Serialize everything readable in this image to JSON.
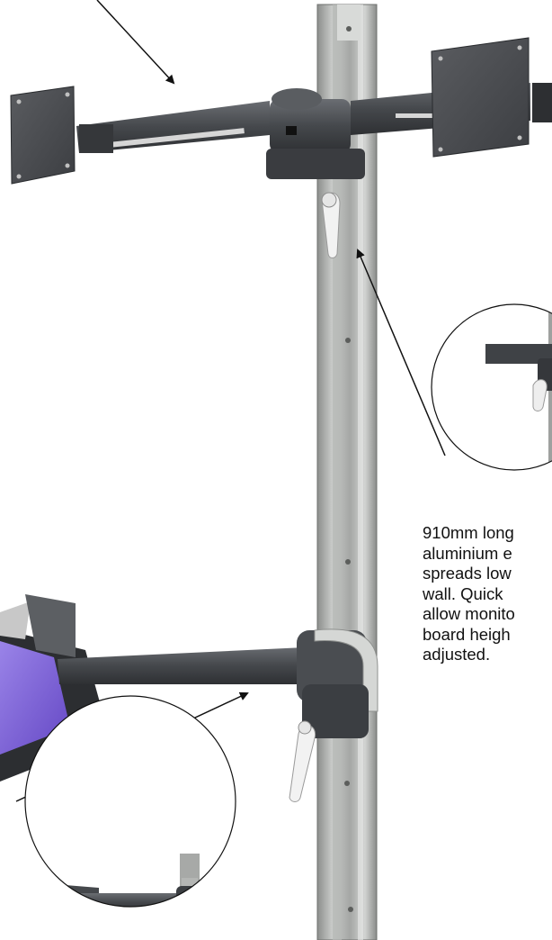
{
  "figure": {
    "caption_lines": [
      "910mm long",
      "aluminium e",
      "spreads low",
      "wall.  Quick",
      "allow monito",
      "board heigh",
      "adjusted."
    ],
    "colors": {
      "rail": "#a9aba9",
      "rail_dark": "#7d7f7d",
      "arm": "#3f4144",
      "arm_light": "#5b5e62",
      "plate": "#4d4f53",
      "keyboard_tray": "#7b5fd1",
      "pointer": "#111111"
    },
    "elements": {
      "wall_rail": "vertical-aluminium-extrusion",
      "dual_monitor_arm": "dual-monitor-bracket",
      "keyboard_arm": "keyboard-tray-arm",
      "quick_release_clamps": "quick-release-lever",
      "detail_view_upper": "detail-circle",
      "detail_view_lower": "detail-circle"
    }
  }
}
